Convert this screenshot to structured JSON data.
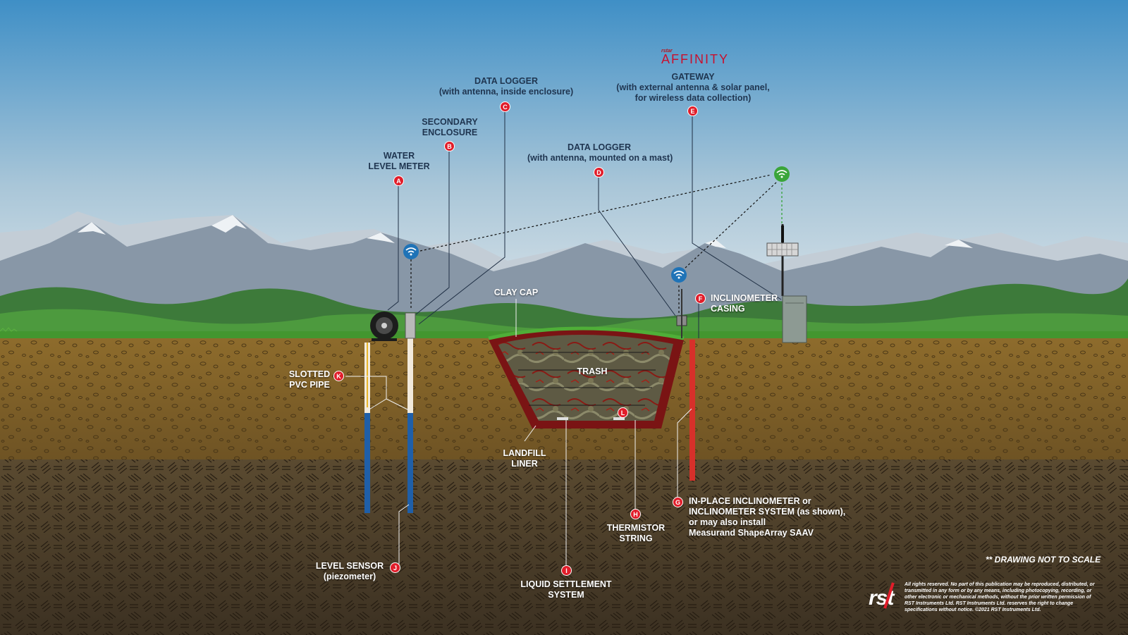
{
  "brand": {
    "small": "rstar",
    "name": "AFFINITY"
  },
  "labels": {
    "water_level_meter": [
      "WATER",
      "LEVEL METER"
    ],
    "secondary_enclosure": [
      "SECONDARY",
      "ENCLOSURE"
    ],
    "data_logger_enclosure": [
      "DATA LOGGER",
      "(with antenna, inside enclosure)"
    ],
    "data_logger_mast": [
      "DATA LOGGER",
      "(with antenna, mounted on a mast)"
    ],
    "gateway": [
      "GATEWAY",
      "(with external antenna & solar panel,",
      "for wireless data collection)"
    ],
    "inclinometer_casing": [
      "INCLINOMETER",
      "CASING"
    ],
    "clay_cap": [
      "CLAY CAP"
    ],
    "trash": [
      "TRASH"
    ],
    "slotted_pvc_pipe": [
      "SLOTTED",
      "PVC PIPE"
    ],
    "landfill_liner": [
      "LANDFILL",
      "LINER"
    ],
    "in_place_inclinometer": [
      "IN-PLACE INCLINOMETER or",
      "INCLINOMETER SYSTEM (as shown),",
      "or may also install",
      "Measurand ShapeArray SAAV"
    ],
    "thermistor_string": [
      "THERMISTOR",
      "STRING"
    ],
    "level_sensor": [
      "LEVEL SENSOR",
      "(piezometer)"
    ],
    "liquid_settlement": [
      "LIQUID SETTLEMENT",
      "SYSTEM"
    ]
  },
  "markers": {
    "A": "A",
    "B": "B",
    "C": "C",
    "D": "D",
    "E": "E",
    "F": "F",
    "G": "G",
    "H": "H",
    "I": "I",
    "J": "J",
    "K": "K",
    "L": "L"
  },
  "footer": {
    "scale_note": "** DRAWING NOT TO SCALE",
    "logo": "rst",
    "copyright": "All rights reserved. No part of this publication may be reproduced, distributed, or transmitted in any form or by any means, including photocopying, recording, or other electronic or mechanical methods, without the prior written permission of RST Instruments Ltd. RST Instruments Ltd. reserves the right to change specifications without notice. ©2021 RST Instruments Ltd."
  },
  "colors": {
    "sky_top": "#3f8fc6",
    "sky_bottom": "#d9e4ea",
    "grass": "#3f8f2f",
    "soil_upper": "#8a6a2e",
    "soil_lower": "#4a3c26",
    "liner": "#7a1414",
    "marker": "#e11d2a",
    "pipe_blue": "#1f5fa8",
    "casing_red": "#d7302a",
    "wifi_blue": "#1f73b7",
    "wifi_green": "#3aa53a"
  },
  "icons": [
    "wifi-icon",
    "gateway-wifi-icon",
    "solar-panel-icon",
    "reel-icon"
  ]
}
